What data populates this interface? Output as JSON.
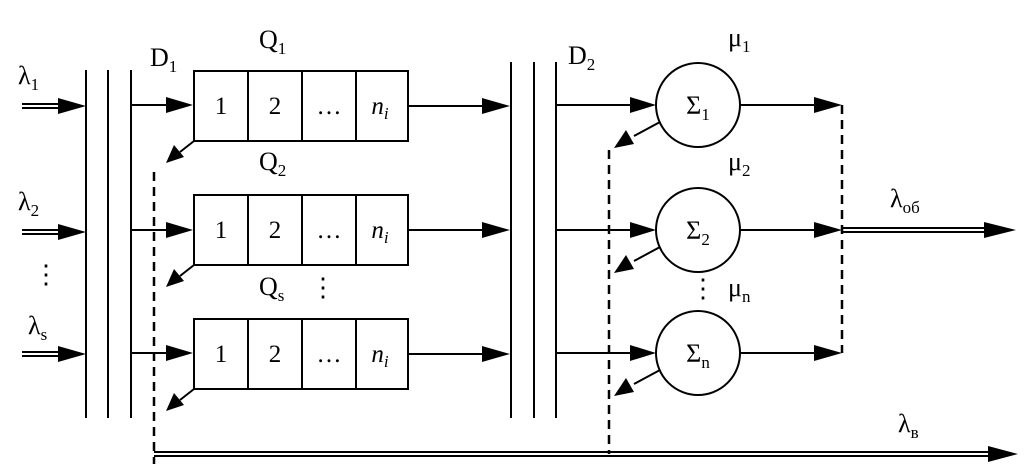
{
  "inputs": {
    "lambda1": {
      "base": "λ",
      "sub": "1"
    },
    "lambda2": {
      "base": "λ",
      "sub": "2"
    },
    "lambdas": {
      "base": "λ",
      "sub": "s"
    },
    "dots": "⋮"
  },
  "dispatchers": {
    "d1": {
      "base": "D",
      "sub": "1"
    },
    "d2": {
      "base": "D",
      "sub": "2"
    }
  },
  "queues": {
    "q1": {
      "base": "Q",
      "sub": "1"
    },
    "q2": {
      "base": "Q",
      "sub": "2"
    },
    "qs": {
      "base": "Q",
      "sub": "s"
    },
    "dots": "⋮",
    "cells": [
      "1",
      "2",
      "…",
      "n",
      "i"
    ]
  },
  "servers": {
    "s1": {
      "base": "Σ",
      "sub": "1"
    },
    "s2": {
      "base": "Σ",
      "sub": "2"
    },
    "sn": {
      "base": "Σ",
      "sub": "n"
    },
    "dots": "⋮"
  },
  "rates": {
    "mu1": {
      "base": "μ",
      "sub": "1"
    },
    "mu2": {
      "base": "μ",
      "sub": "2"
    },
    "mun": {
      "base": "μ",
      "sub": "n"
    }
  },
  "outputs": {
    "served": {
      "base": "λ",
      "sub": "об"
    },
    "rejected": {
      "base": "λ",
      "sub": "в"
    }
  }
}
